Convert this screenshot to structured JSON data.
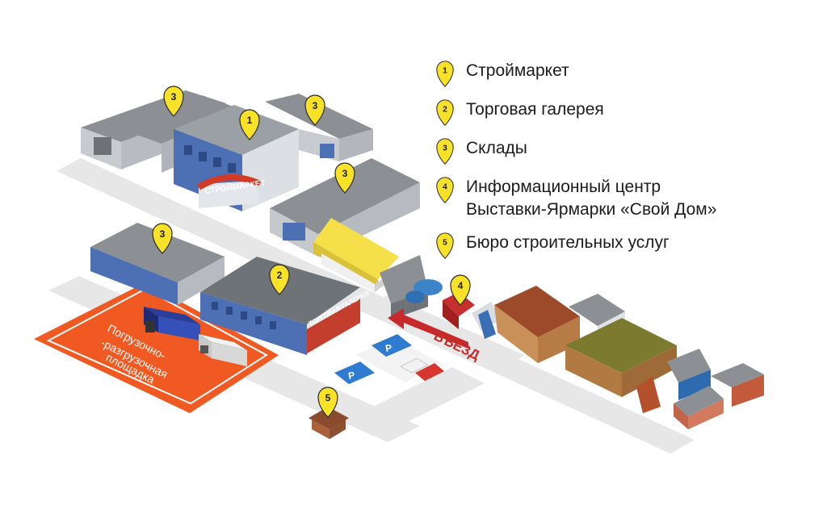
{
  "legend": [
    {
      "num": "1",
      "lines": [
        "Строймаркет"
      ]
    },
    {
      "num": "2",
      "lines": [
        "Торговая галерея"
      ]
    },
    {
      "num": "3",
      "lines": [
        "Склады"
      ]
    },
    {
      "num": "4",
      "lines": [
        "Информационный центр",
        "Выставки-Ярмарки «Свой Дом»"
      ]
    },
    {
      "num": "5",
      "lines": [
        "Бюро строительных услуг"
      ]
    }
  ],
  "map": {
    "store_sign": "СТРОЙМАРКЕТ",
    "gallery_sign": "ТОРГОВАЯ ГАЛЕРЕЯ",
    "entrance_label": "ВЪЕЗД",
    "loading_zone_lines": [
      "Погрузочно-",
      "-разгрузочная",
      "площадка"
    ],
    "parking_symbol": "P",
    "markers": [
      {
        "num": "3"
      },
      {
        "num": "1"
      },
      {
        "num": "3"
      },
      {
        "num": "3"
      },
      {
        "num": "3"
      },
      {
        "num": "2"
      },
      {
        "num": "4"
      },
      {
        "num": "5"
      }
    ]
  },
  "colors": {
    "marker": "#f7e227",
    "loading_zone": "#f05a22",
    "road": "#e6e6e6",
    "arrow": "#c62a2a",
    "parking": "#2f7bd0"
  }
}
